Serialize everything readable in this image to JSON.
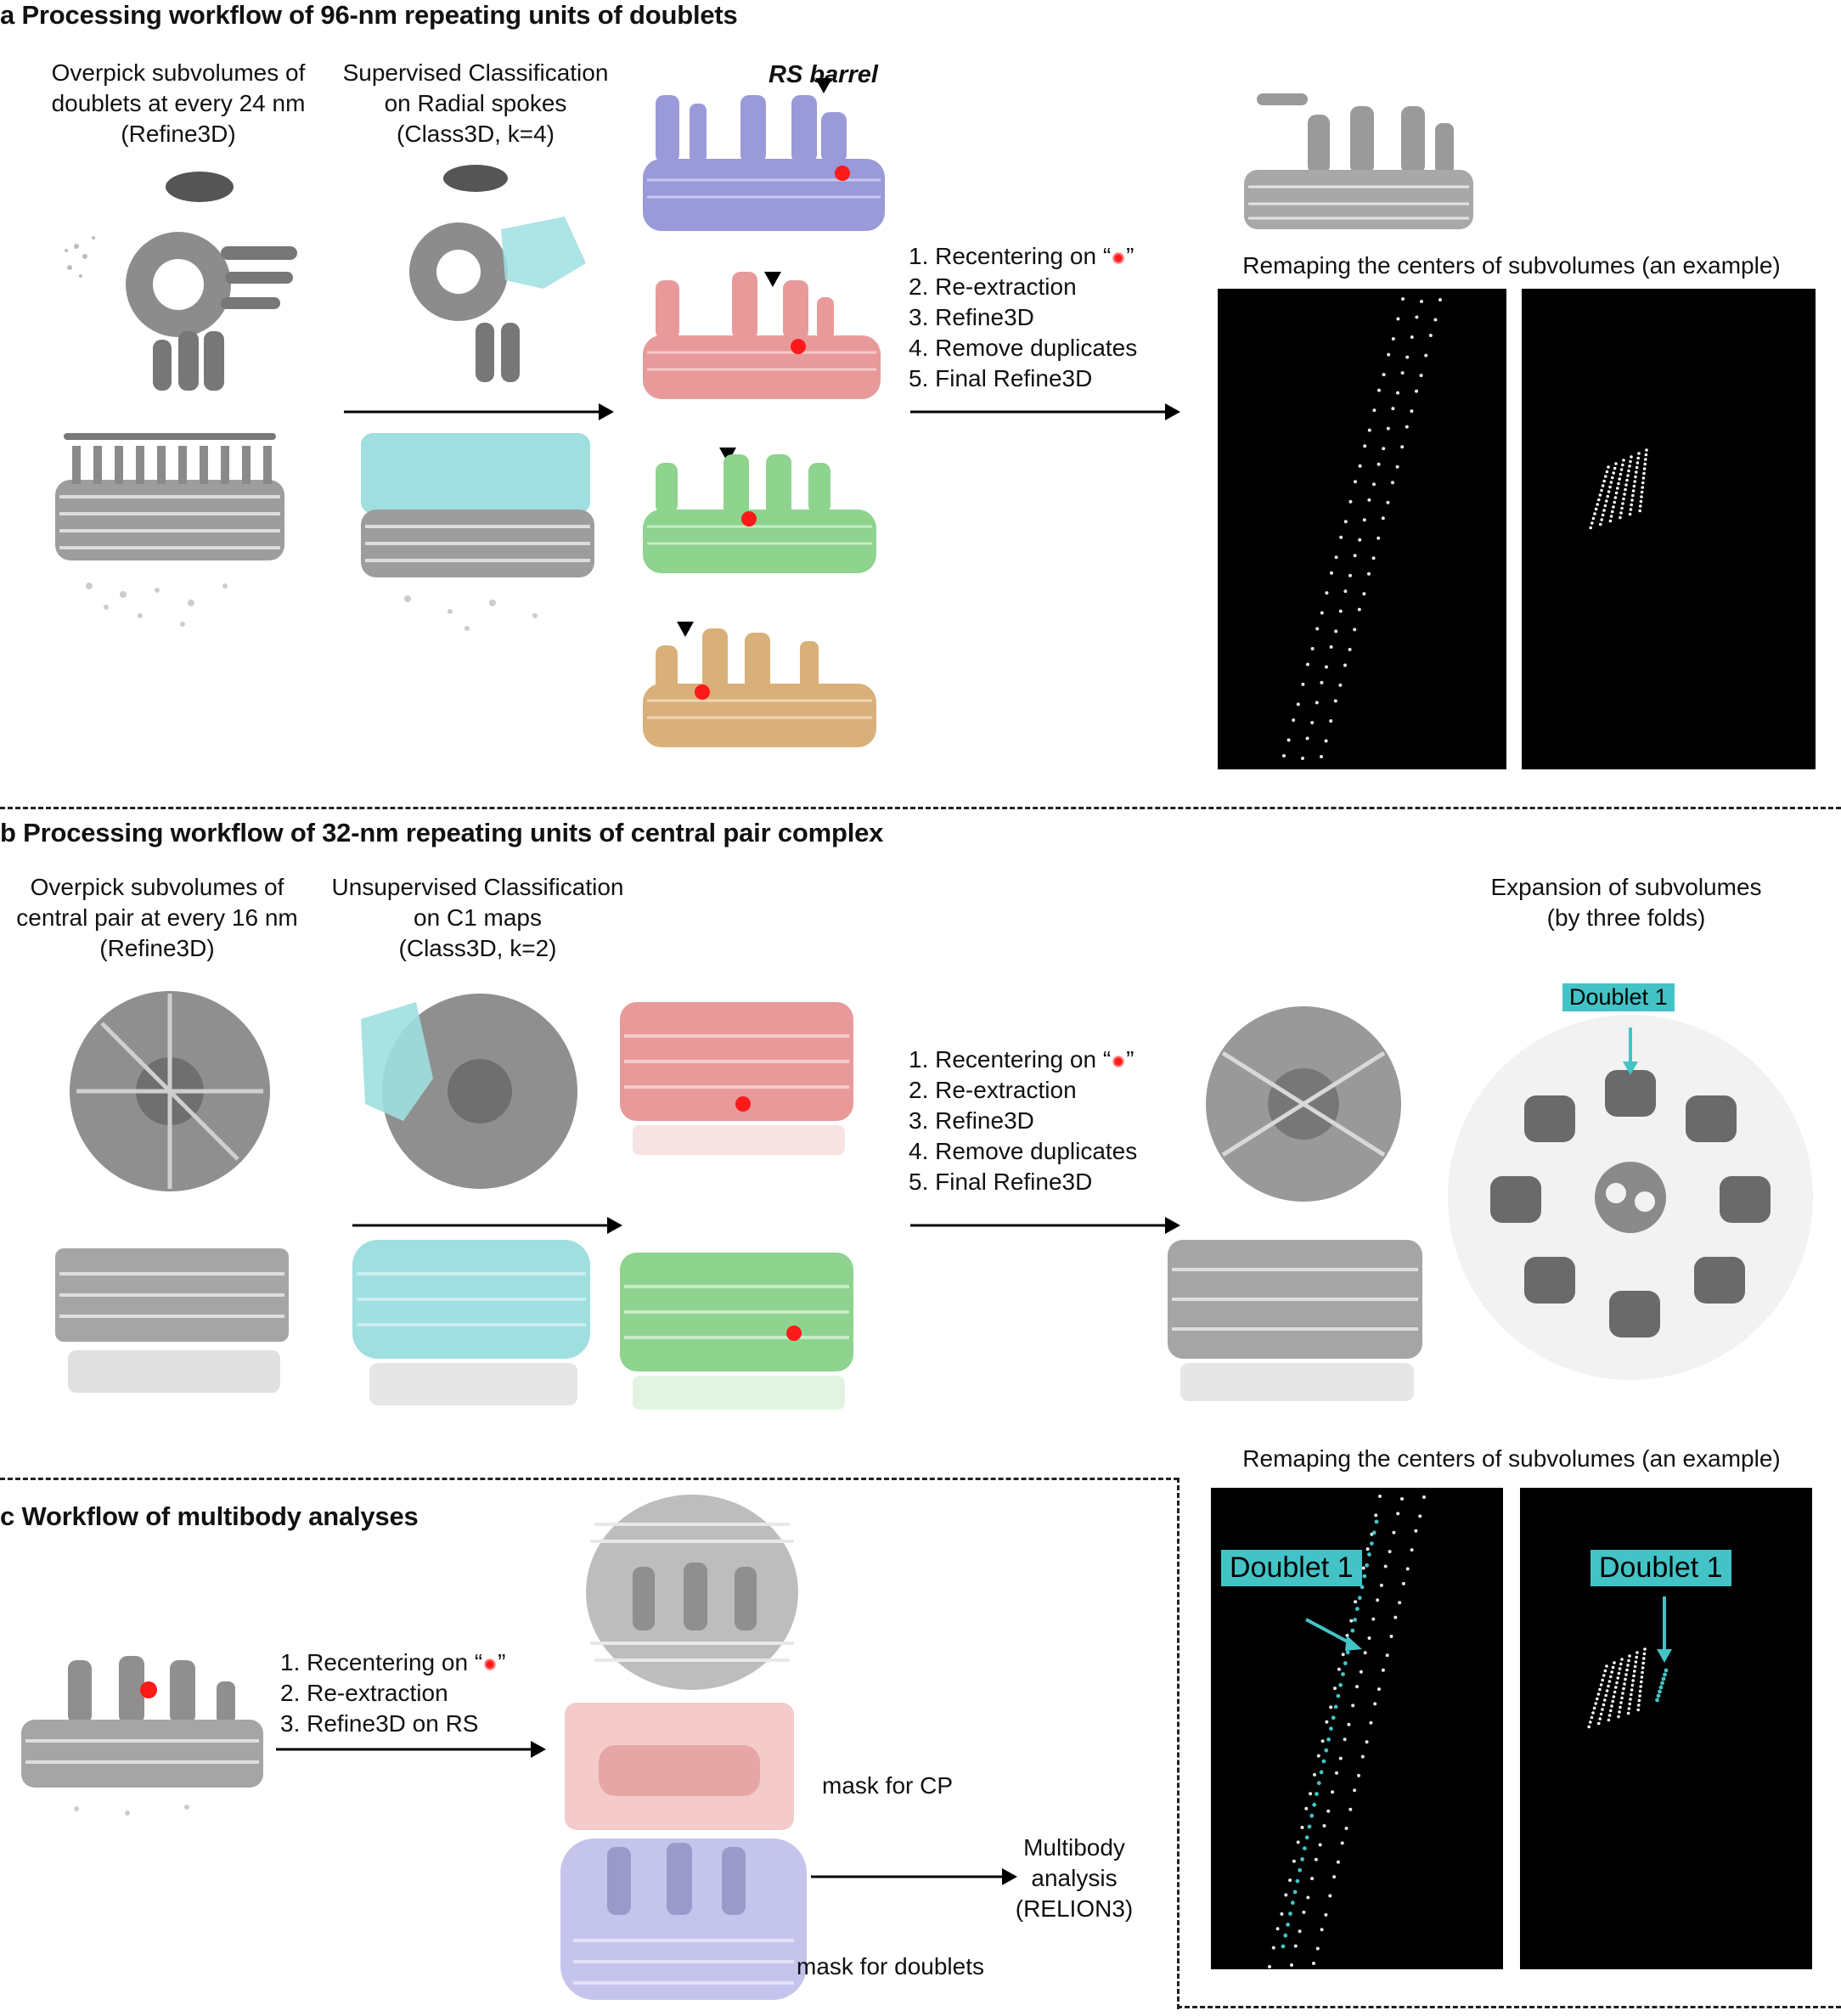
{
  "panel_a": {
    "heading": "a Processing workflow of 96-nm repeating units of doublets",
    "col1_caption": [
      "Overpick subvolumes of",
      "doublets at every 24 nm",
      "(Refine3D)"
    ],
    "col2_caption": [
      "Supervised Classification",
      "on Radial spokes",
      "(Class3D, k=4)"
    ],
    "rs_barrel_label": "RS barrel",
    "steps": [
      "1. Recentering on “",
      "2. Re-extraction",
      "3. Refine3D",
      "4. Remove duplicates",
      "5. Final Refine3D"
    ],
    "steps_quote_close": "”",
    "remap_caption": "Remaping the centers of subvolumes (an example)"
  },
  "panel_b": {
    "heading": "b Processing workflow of 32-nm repeating units of central pair complex",
    "col1_caption": [
      "Overpick subvolumes of",
      "central pair at every 16 nm",
      "(Refine3D)"
    ],
    "col2_caption": [
      "Unsupervised Classification",
      "on C1 maps",
      "(Class3D, k=2)"
    ],
    "steps": [
      "1. Recentering on “",
      "2. Re-extraction",
      "3. Refine3D",
      "4. Remove duplicates",
      "5. Final Refine3D"
    ],
    "steps_quote_close": "”",
    "expansion_caption": [
      "Expansion of subvolumes",
      "(by three folds)"
    ],
    "doublet_tag": "Doublet 1",
    "remap_caption": "Remaping the centers of subvolumes (an example)",
    "remap_tag_left": "Doublet 1",
    "remap_tag_right": "Doublet 1"
  },
  "panel_c": {
    "heading": "c Workflow of multibody analyses",
    "steps": [
      "1. Recentering on “",
      "2. Re-extraction",
      "3. Refine3D on RS"
    ],
    "steps_quote_close": "”",
    "mask_cp": "mask for CP",
    "mask_doublets": "mask for doublets",
    "multibody": [
      "Multibody",
      "analysis",
      "(RELION3)"
    ]
  },
  "colors": {
    "blue_class": "#9a9ad8",
    "pink_class": "#e89a9a",
    "green_class": "#8ed38e",
    "tan_class": "#d9b07a",
    "cyan_mask": "#9fdfe0",
    "cyan_tag": "#43c3c6",
    "red_marker": "#ff1a1a",
    "gray_map": "#9a9a9a"
  }
}
